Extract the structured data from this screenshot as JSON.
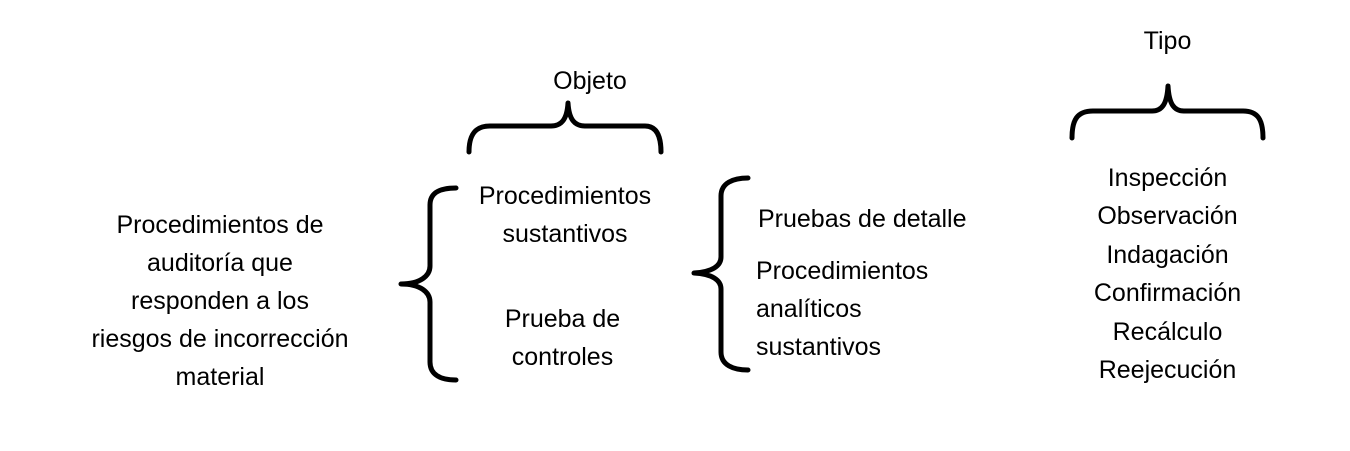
{
  "root": {
    "label": "Procedimientos de\nauditoría que\nresponden a los\nriesgos de incorrección\nmaterial"
  },
  "headers": {
    "objeto": "Objeto",
    "tipo": "Tipo"
  },
  "objeto_items": {
    "sustantivos": "Procedimientos\nsustantivos",
    "controles": "Prueba de\ncontroles"
  },
  "sustantivos_items": {
    "detalle": "Pruebas de detalle",
    "analiticos": "Procedimientos\nanalíticos\nsustantivos"
  },
  "tipo_items": [
    "Inspección",
    "Observación",
    "Indagación",
    "Confirmación",
    "Recálculo",
    "Reejecución"
  ]
}
